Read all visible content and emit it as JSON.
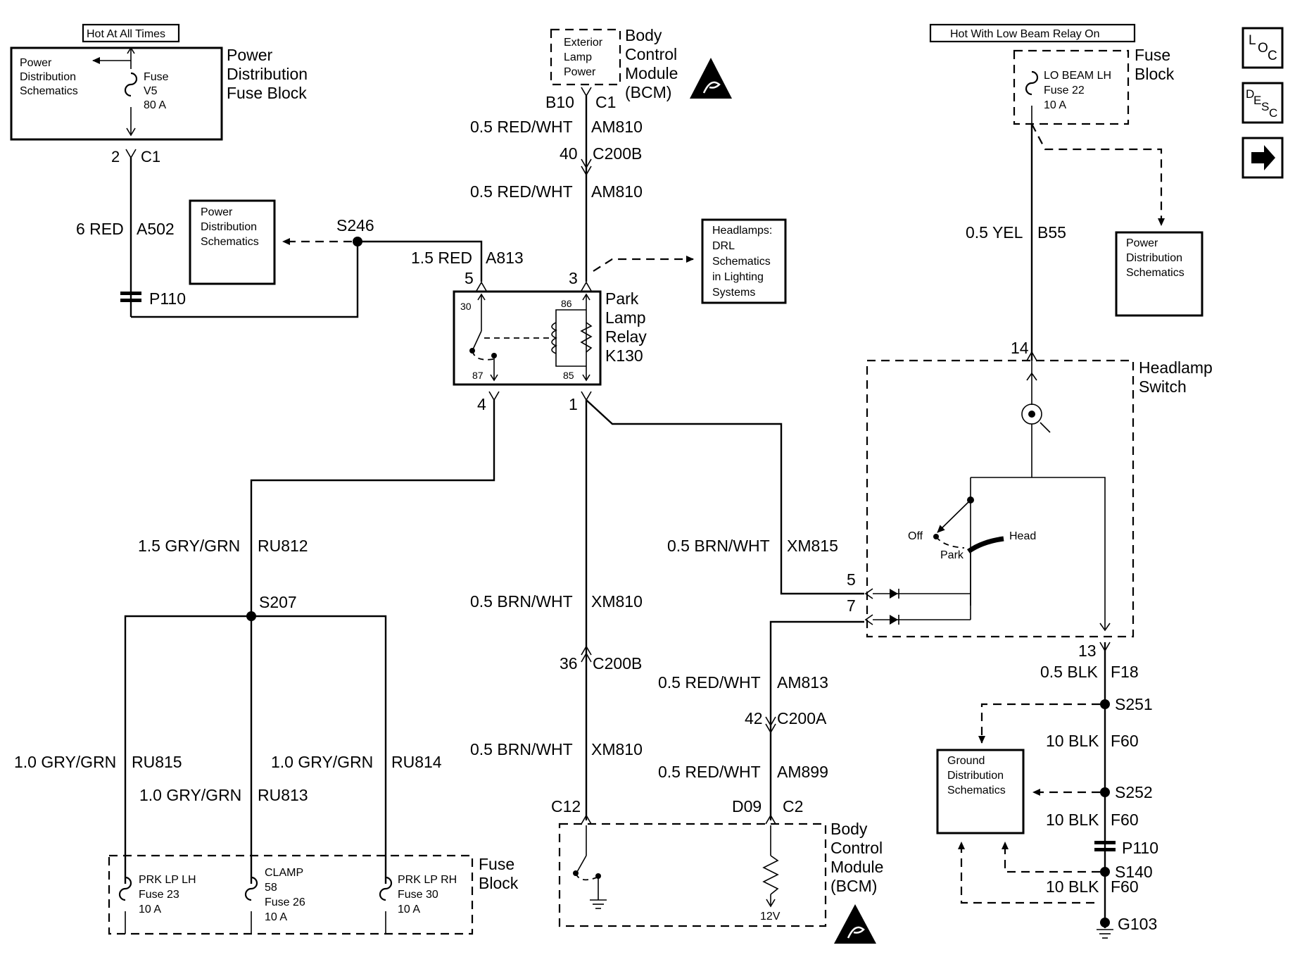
{
  "notes": {
    "hot_at_all_times": "Hot At All Times",
    "hot_low_beam": "Hot With Low Beam Relay On"
  },
  "blocks": {
    "pdfb_title": [
      "Power",
      "Distribution",
      "Fuse Block"
    ],
    "pdfb_ref": [
      "Power",
      "Distribution",
      "Schematics"
    ],
    "fuse_v5": [
      "Fuse",
      "V5",
      "80 A"
    ],
    "pds_mid": [
      "Power",
      "Distribution",
      "Schematics"
    ],
    "pds_right": [
      "Power",
      "Distribution",
      "Schematics"
    ],
    "bcm_top_inner": [
      "Exterior",
      "Lamp",
      "Power"
    ],
    "bcm_title": [
      "Body",
      "Control",
      "Module",
      "(BCM)"
    ],
    "headlamps_ref": [
      "Headlamps:",
      "DRL",
      "Schematics",
      "in Lighting",
      "Systems"
    ],
    "relay_title": [
      "Park",
      "Lamp",
      "Relay",
      "K130"
    ],
    "fuse_block_title": [
      "Fuse",
      "Block"
    ],
    "lobeam_fuse": [
      "LO BEAM LH",
      "Fuse 22",
      "10 A"
    ],
    "headlamp_switch": [
      "Headlamp",
      "Switch"
    ],
    "ground_ref": [
      "Ground",
      "Distribution",
      "Schematics"
    ],
    "prk_lh": [
      "PRK LP LH",
      "Fuse 23",
      "10 A"
    ],
    "clamp": [
      "CLAMP",
      "58",
      "Fuse 26",
      "10 A"
    ],
    "prk_rh": [
      "PRK LP RH",
      "Fuse 30",
      "10 A"
    ]
  },
  "switch": {
    "off": "Off",
    "park": "Park",
    "head": "Head"
  },
  "relay_pins": {
    "p30": "30",
    "p86": "86",
    "p87": "87",
    "p85": "85"
  },
  "bcm_voltage": "12V",
  "nav_icons": {
    "loc": "LOC",
    "desc": "DESC",
    "next": "next-arrow"
  },
  "connectors": {
    "c1_pin": "2",
    "c1": "C1",
    "bcm_top_pin": "B10",
    "bcm_top_conn": "C1",
    "c200b_40_pin": "40",
    "c200b_40": "C200B",
    "relay_5": "5",
    "relay_3": "3",
    "relay_4": "4",
    "relay_1": "1",
    "p110_left": "P110",
    "s246": "S246",
    "s207": "S207",
    "c200b_36_pin": "36",
    "c200b_36": "C200B",
    "c200a_pin": "42",
    "c200a": "C200A",
    "bcm_c12": "C12",
    "bcm_d09": "D09",
    "bcm_c2": "C2",
    "sw_14": "14",
    "sw_5": "5",
    "sw_7": "7",
    "sw_13": "13",
    "s251": "S251",
    "s252": "S252",
    "p110_right": "P110",
    "s140": "S140",
    "g103": "G103"
  },
  "wires": {
    "a502": {
      "color": "6 RED",
      "circuit": "A502"
    },
    "a813": {
      "color": "1.5 RED",
      "circuit": "A813"
    },
    "am810_a": {
      "color": "0.5 RED/WHT",
      "circuit": "AM810"
    },
    "am810_b": {
      "color": "0.5 RED/WHT",
      "circuit": "AM810"
    },
    "ru812": {
      "color": "1.5 GRY/GRN",
      "circuit": "RU812"
    },
    "ru815": {
      "color": "1.0 GRY/GRN",
      "circuit": "RU815"
    },
    "ru813": {
      "color": "1.0 GRY/GRN",
      "circuit": "RU813"
    },
    "ru814": {
      "color": "1.0 GRY/GRN",
      "circuit": "RU814"
    },
    "xm810_a": {
      "color": "0.5 BRN/WHT",
      "circuit": "XM810"
    },
    "xm810_b": {
      "color": "0.5 BRN/WHT",
      "circuit": "XM810"
    },
    "xm815": {
      "color": "0.5 BRN/WHT",
      "circuit": "XM815"
    },
    "am813": {
      "color": "0.5 RED/WHT",
      "circuit": "AM813"
    },
    "am899": {
      "color": "0.5 RED/WHT",
      "circuit": "AM899"
    },
    "b55": {
      "color": "0.5 YEL",
      "circuit": "B55"
    },
    "f18": {
      "color": "0.5 BLK",
      "circuit": "F18"
    },
    "f60_a": {
      "color": "10 BLK",
      "circuit": "F60"
    },
    "f60_b": {
      "color": "10 BLK",
      "circuit": "F60"
    },
    "f60_c": {
      "color": "10 BLK",
      "circuit": "F60"
    }
  }
}
